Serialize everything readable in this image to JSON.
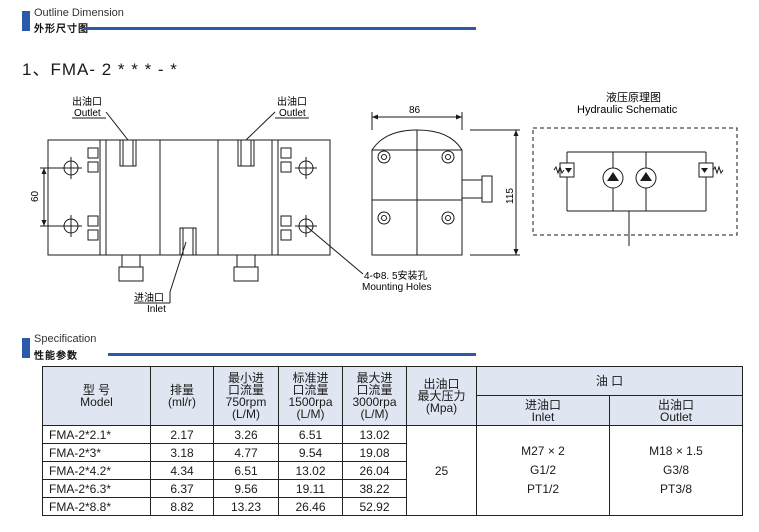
{
  "outline_header": {
    "en": "Outline Dimension",
    "zh": "外形尺寸图"
  },
  "model_title": "1、FMA- 2 * * * - *",
  "drawing": {
    "outlet_left_zh": "出油口",
    "outlet_left_en": "Outlet",
    "outlet_right_zh": "出油口",
    "outlet_right_en": "Outlet",
    "inlet_zh": "进油口",
    "inlet_en": "Inlet",
    "dim_60": "60",
    "dim_86": "86",
    "dim_115": "115",
    "holes_zh": "4-Φ8. 5安装孔",
    "holes_en": "Mounting Holes",
    "schematic_zh": "液压原理图",
    "schematic_en": "Hydraulic Schematic"
  },
  "spec_header": {
    "en": "Specification",
    "zh": "性能参数"
  },
  "table": {
    "headers": {
      "model": [
        "型 号",
        "Model"
      ],
      "displacement": [
        "排量",
        "(ml/r)"
      ],
      "min_flow": [
        "最小进",
        "口流量",
        "750rpm",
        "(L/M)"
      ],
      "std_flow": [
        "标准进",
        "口流量",
        "1500rpa",
        "(L/M)"
      ],
      "max_flow": [
        "最大进",
        "口流量",
        "3000rpa",
        "(L/M)"
      ],
      "max_pressure": [
        "出油口",
        "最大压力",
        "(Mpa)"
      ],
      "port": "油 口",
      "inlet": [
        "进油口",
        "Inlet"
      ],
      "outlet": [
        "出油口",
        "Outlet"
      ]
    },
    "rows": [
      {
        "model": "FMA-2*2.1*",
        "displacement": "2.17",
        "min_flow": "3.26",
        "std_flow": "6.51",
        "max_flow": "13.02"
      },
      {
        "model": "FMA-2*3*",
        "displacement": "3.18",
        "min_flow": "4.77",
        "std_flow": "9.54",
        "max_flow": "19.08"
      },
      {
        "model": "FMA-2*4.2*",
        "displacement": "4.34",
        "min_flow": "6.51",
        "std_flow": "13.02",
        "max_flow": "26.04"
      },
      {
        "model": "FMA-2*6.3*",
        "displacement": "6.37",
        "min_flow": "9.56",
        "std_flow": "19.11",
        "max_flow": "38.22"
      },
      {
        "model": "FMA-2*8.8*",
        "displacement": "8.82",
        "min_flow": "13.23",
        "std_flow": "26.46",
        "max_flow": "52.92"
      }
    ],
    "pressure_value": "25",
    "inlet_ports": [
      "M27 × 2",
      "G1/2",
      "PT1/2"
    ],
    "outlet_ports": [
      "M18 × 1.5",
      "G3/8",
      "PT3/8"
    ]
  }
}
